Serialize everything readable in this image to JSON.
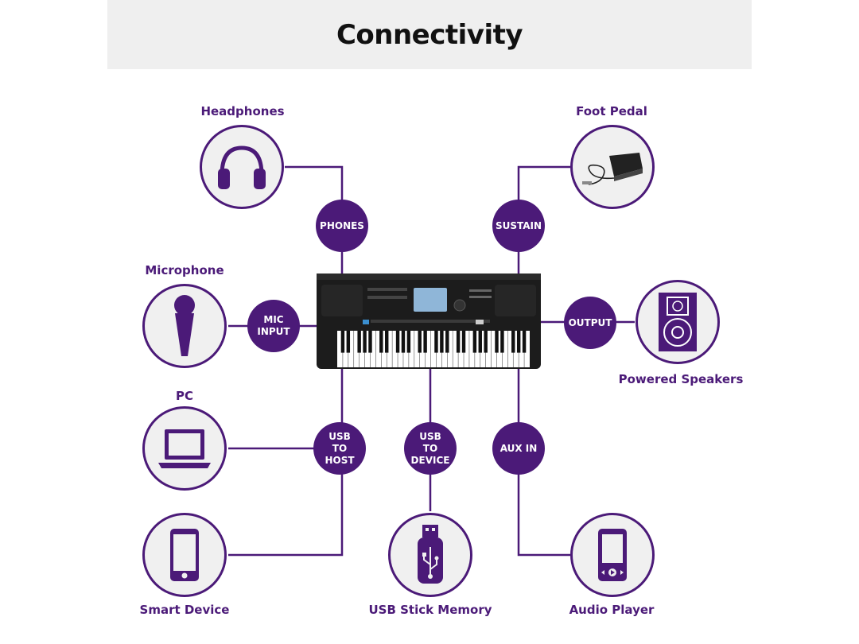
{
  "header": {
    "title": "Connectivity"
  },
  "devices": {
    "headphones": "Headphones",
    "foot_pedal": "Foot Pedal",
    "microphone": "Microphone",
    "powered_speakers": "Powered Speakers",
    "pc": "PC",
    "smart_device": "Smart Device",
    "usb_stick": "USB Stick Memory",
    "audio_player": "Audio Player"
  },
  "ports": {
    "phones": "PHONES",
    "sustain": "SUSTAIN",
    "mic_input": "MIC\nINPUT",
    "output": "OUTPUT",
    "usb_to_host": "USB\nTO\nHOST",
    "usb_to_device": "USB\nTO\nDEVICE",
    "aux_in": "AUX IN"
  },
  "colors": {
    "accent": "#4b1a78",
    "device_bg": "#f0f0f0",
    "header_bg": "#efefef"
  }
}
